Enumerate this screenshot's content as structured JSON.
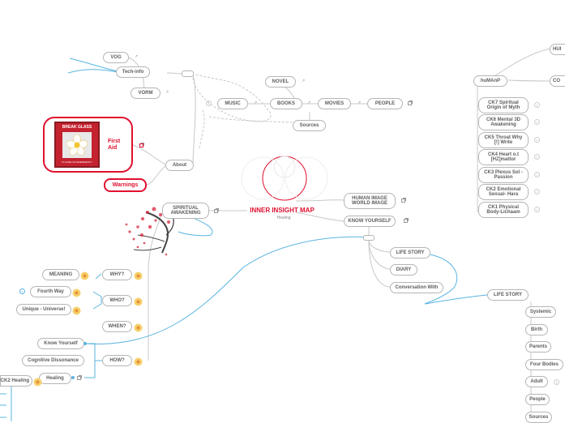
{
  "center": {
    "title": "INNER INSIGHT MAP",
    "subtitle": "Healing"
  },
  "about": {
    "label": "About",
    "first_aid": {
      "label": "First Aid",
      "badge_top": "BREAK GLASS",
      "badge_bottom": "IN CASE OF EMERGENCY"
    },
    "warnings": "Warnings"
  },
  "tech": {
    "label": "Tech-info",
    "items": [
      "VOG",
      "VORM"
    ]
  },
  "sources": {
    "label": "Sources",
    "items": [
      "NOVEL",
      "MUSIC",
      "BOOKS",
      "MOVIES",
      "PEOPLE"
    ]
  },
  "right_top": {
    "human_image": "HUMAN IMAGE WORLD IMAGE",
    "know_yourself": "KNOW YOURSELF",
    "life_story": "LIFE STORY",
    "diary": "DIARY",
    "conversation": "Conversation With"
  },
  "human": {
    "label": "huMAnP",
    "chakras": [
      "CK7 Spiritual Origin of Myth",
      "CK6 Mental 3D Awakening",
      "CK5 Throat Why [!] Write",
      "CK4 Heart o.t [HZ]mattor",
      "CK3 Plexus Sol - Passion",
      "CK2 Emotional Sexual- Hara",
      "CK1 Physical Body-Lichaam"
    ],
    "edge_hu": "HUI",
    "edge_co": "CO"
  },
  "life_story_branch": {
    "label": "LIFE STORY",
    "items": [
      "Systemic",
      "Birth",
      "Parents",
      "Four Bodies",
      "Adult",
      "People",
      "Sources"
    ]
  },
  "spiritual": {
    "label": "SPIRITUAL AWAKENING"
  },
  "questions": {
    "why": "WHY?",
    "meaning": "MEANING",
    "who": "WHO?",
    "fourth_way": "Fourth Way",
    "unique": "Unique - Universe!",
    "when": "WHEN?",
    "how": "HOW?",
    "know_yourself": "Know Yourself",
    "cognitive": "Cognitive Dissonance",
    "healing": "Healing",
    "ck2_healing": "CK2 Healing"
  },
  "colors": {
    "accent": "#e0102f",
    "link": "#5ab4e0",
    "line": "#c8c8c8"
  }
}
